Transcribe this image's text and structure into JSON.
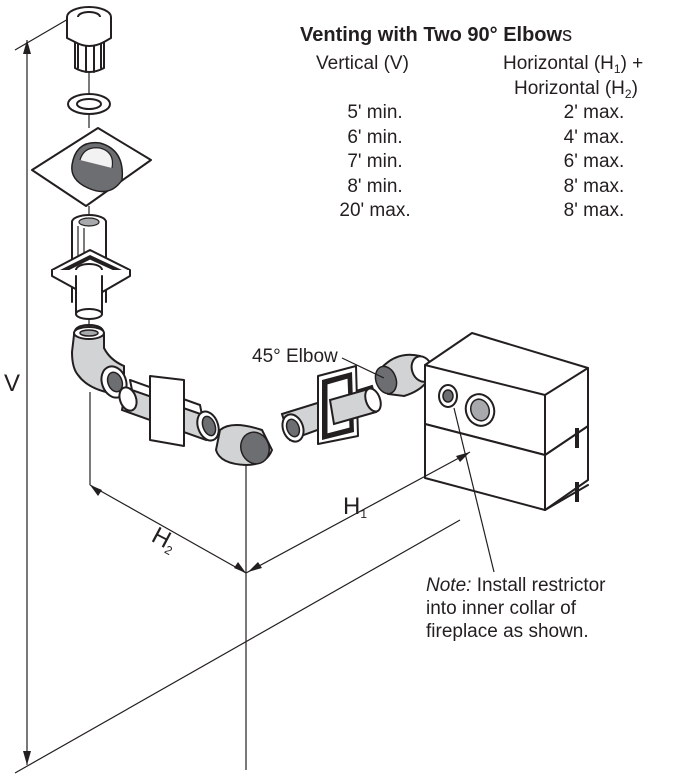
{
  "title": {
    "bold": "Venting with Two 90° Elbow",
    "suffix": "s"
  },
  "table": {
    "col_vertical_header": "Vertical (V)",
    "col_horizontal_header_line1": "Horizontal (H",
    "col_horizontal_header_line1_sub": "1",
    "col_horizontal_header_line1_end": ") +",
    "col_horizontal_header_line2": "Horizontal (H",
    "col_horizontal_header_line2_sub": "2",
    "col_horizontal_header_line2_end": ")",
    "rows": [
      {
        "vertical": "5' min.",
        "horizontal": "2' max."
      },
      {
        "vertical": "6' min.",
        "horizontal": "4' max."
      },
      {
        "vertical": "7' min.",
        "horizontal": "6' max."
      },
      {
        "vertical": "8' min.",
        "horizontal": "8' max."
      },
      {
        "vertical": "20' max.",
        "horizontal": "8' max."
      }
    ]
  },
  "labels": {
    "elbow45": "45° Elbow",
    "v": "V",
    "h1": "H",
    "h1_sub": "1",
    "h2": "H",
    "h2_sub": "2",
    "note_italic": "Note:",
    "note_line1": " Install restrictor",
    "note_line2": "into inner collar of",
    "note_line3": "fireplace as shown."
  }
}
